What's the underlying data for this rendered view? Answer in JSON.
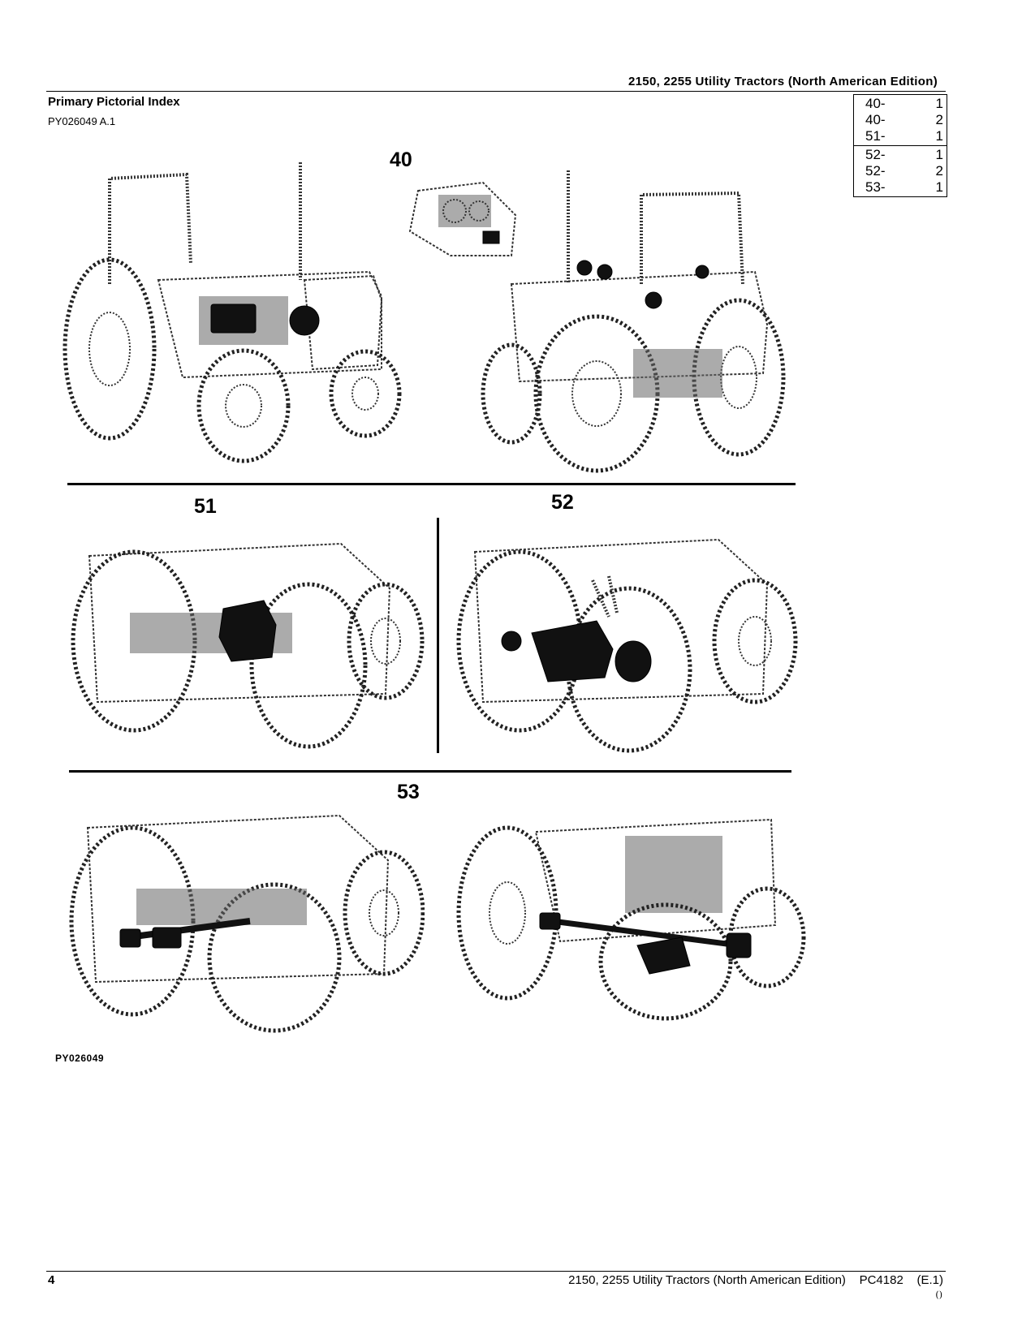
{
  "header": {
    "title": "2150, 2255 Utility Tractors (North American Edition)"
  },
  "section": {
    "title": "Primary Pictorial Index",
    "code": "PY026049 A.1"
  },
  "index_table": {
    "groups": [
      [
        {
          "ref": "40-",
          "page": "1"
        },
        {
          "ref": "40-",
          "page": "2"
        },
        {
          "ref": "51-",
          "page": "1"
        }
      ],
      [
        {
          "ref": "52-",
          "page": "1"
        },
        {
          "ref": "52-",
          "page": "2"
        },
        {
          "ref": "53-",
          "page": "1"
        }
      ]
    ]
  },
  "figure": {
    "labels": {
      "f40": "40",
      "f51": "51",
      "f52": "52",
      "f53": "53"
    },
    "image_id": "PY026049"
  },
  "footer": {
    "page_number": "4",
    "title": "2150, 2255 Utility Tractors (North American Edition)",
    "doc_code": "PC4182",
    "edition": "(E.1)",
    "mark": "()"
  }
}
